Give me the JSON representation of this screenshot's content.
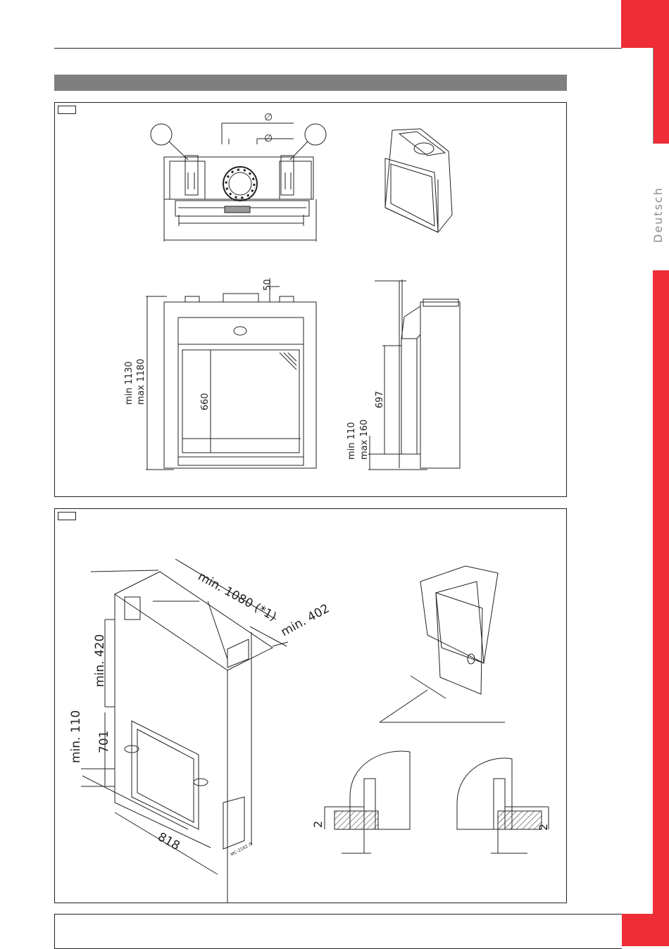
{
  "sidebar": {
    "language": "Deutsch"
  },
  "colors": {
    "accent_red": "#ee2d36",
    "section_bar_gray": "#7f7f7f",
    "line": "#222222"
  },
  "figure1": {
    "phi_1": "∅",
    "phi_2": "∅",
    "dim_top": "50",
    "dim_height_min": "min 1130",
    "dim_height_max": "max 1180",
    "dim_glass": "660",
    "dim_side": "697",
    "dim_floor_min": "min 110",
    "dim_floor_max": "max 160"
  },
  "figure2": {
    "dim_depth": "min. 1080 (*1)",
    "dim_side_clear": "min. 402",
    "dim_top_clear": "min. 420",
    "dim_opening_h": "701",
    "dim_floor": "min. 110",
    "dim_width": "818",
    "small_code": "MC-2182 /9",
    "detail_left": "2",
    "detail_right": "2"
  }
}
